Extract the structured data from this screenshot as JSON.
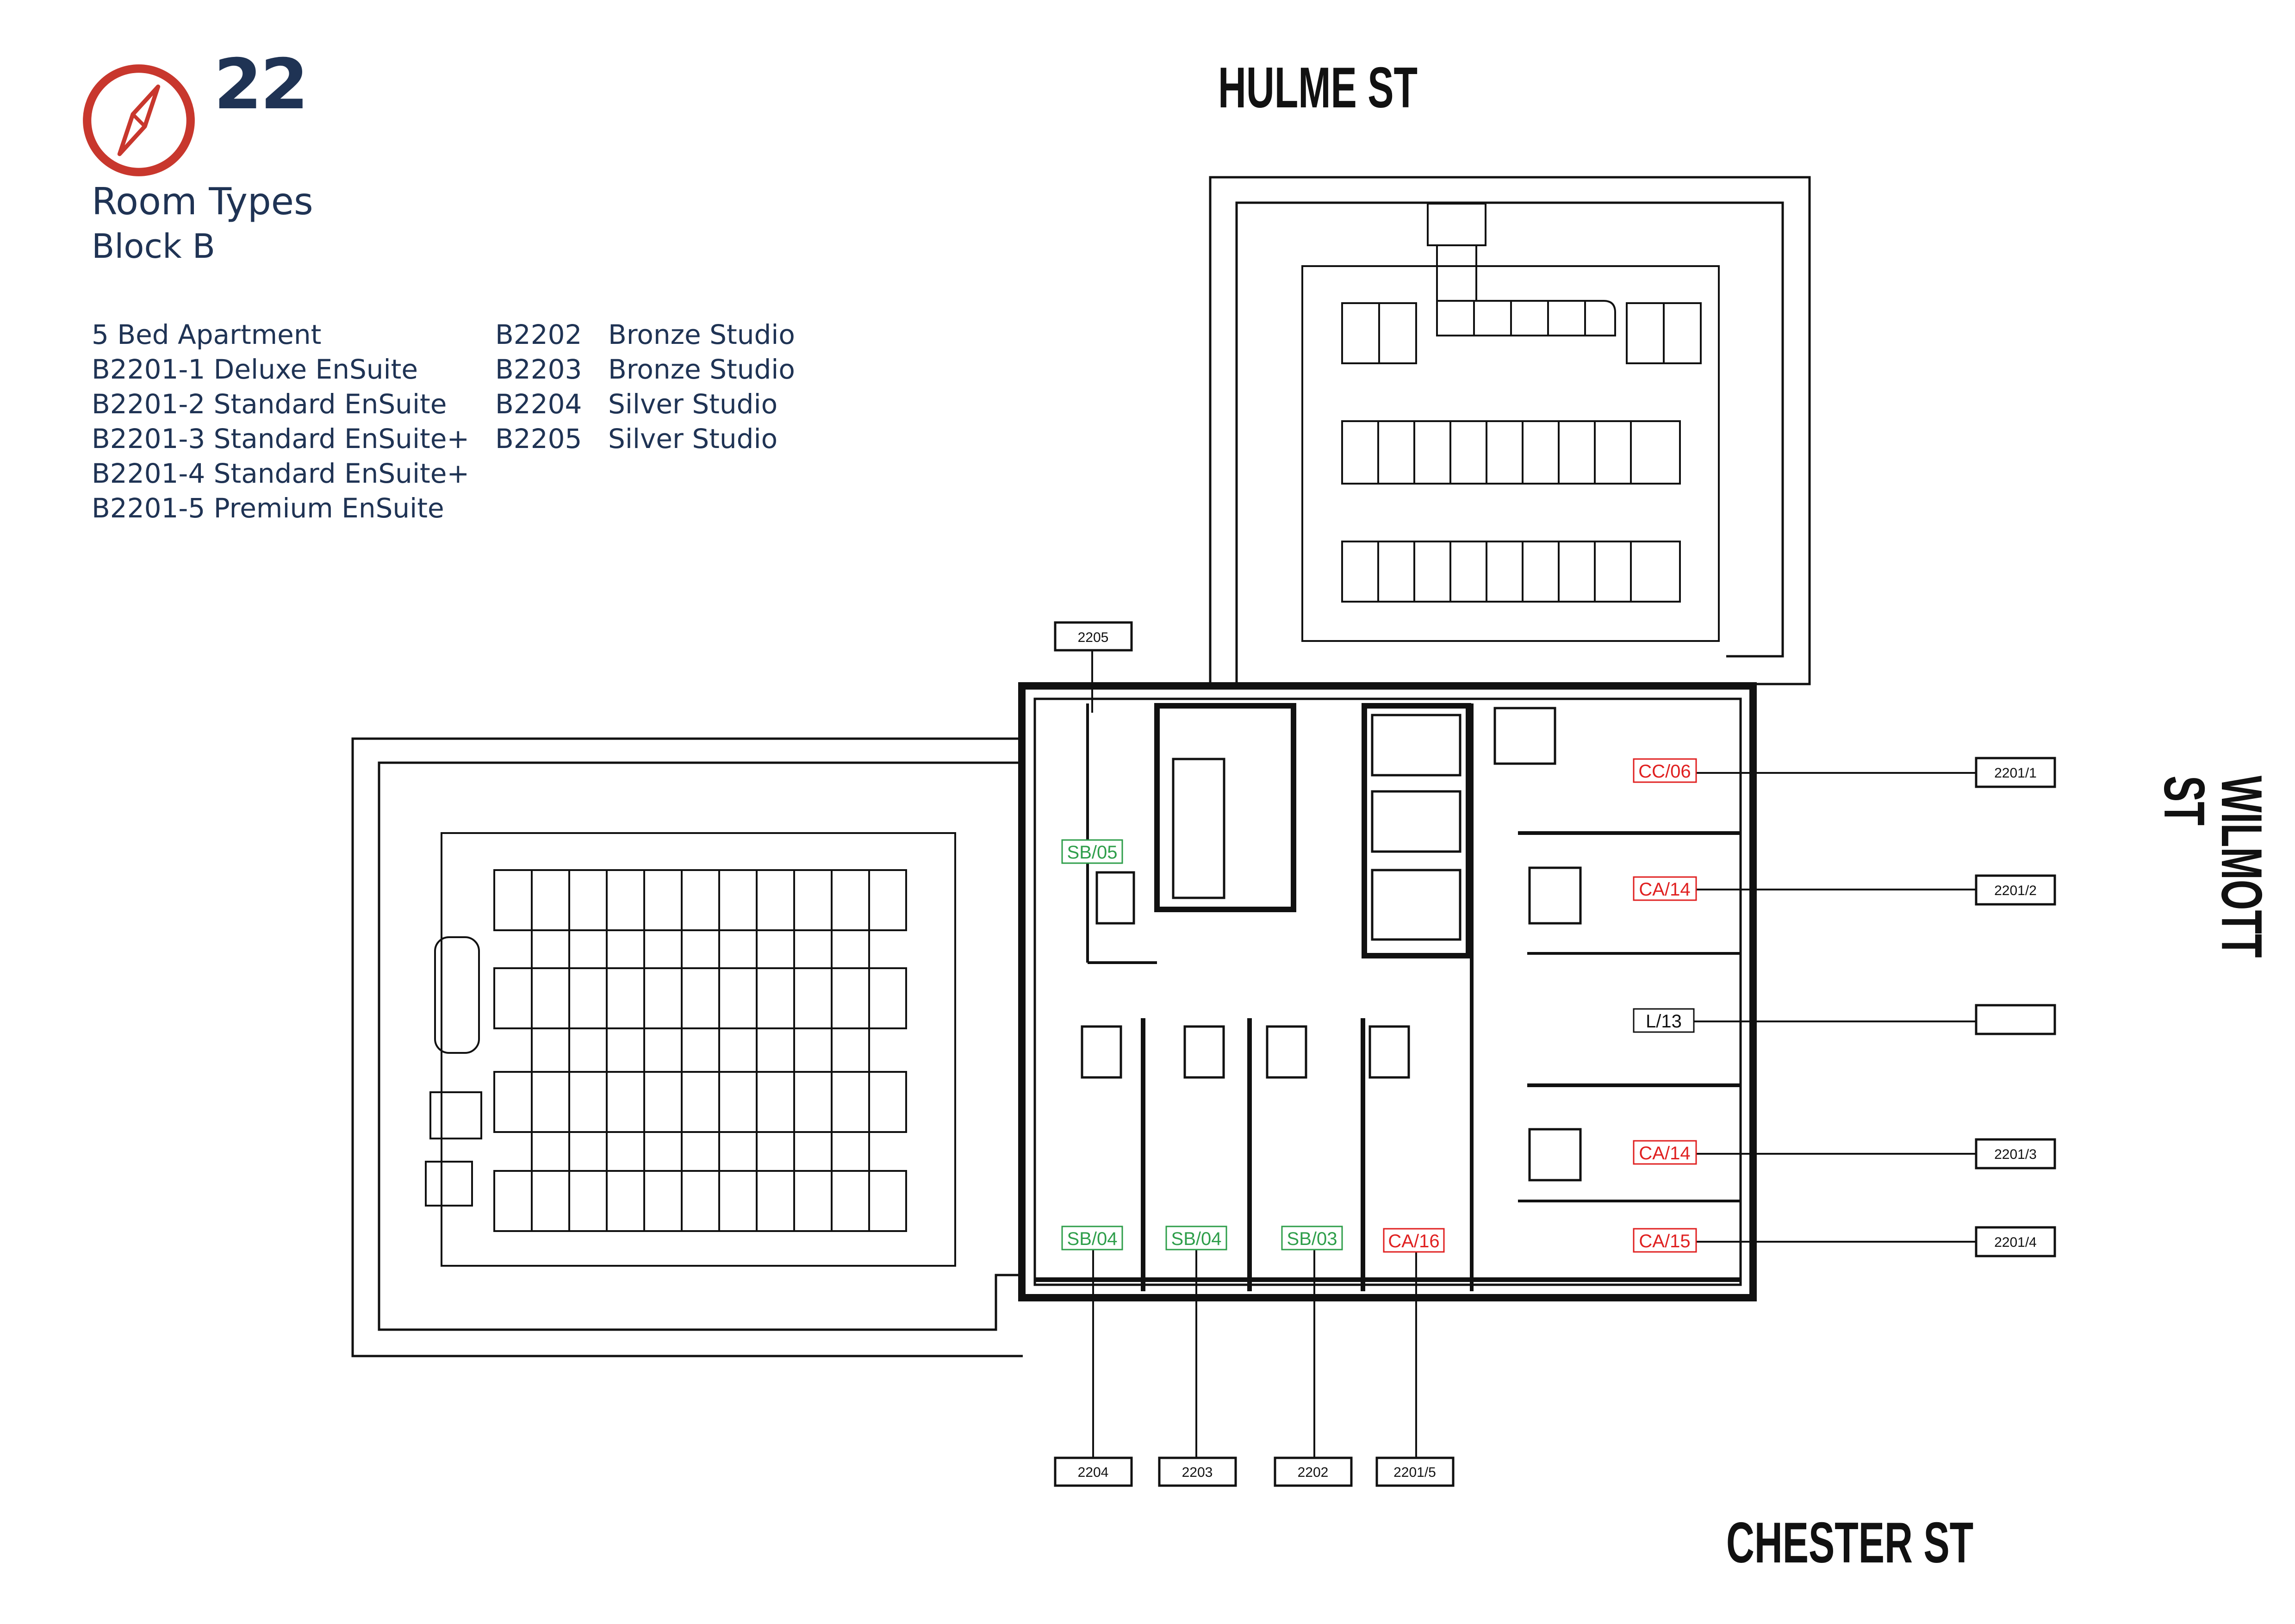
{
  "page": {
    "number": "22",
    "title": "Room Types",
    "subtitle": "Block B"
  },
  "legend": {
    "left": [
      {
        "label": "5 Bed Apartment"
      },
      {
        "label": "B2201-1 Deluxe EnSuite"
      },
      {
        "label": "B2201-2 Standard EnSuite"
      },
      {
        "label": "B2201-3 Standard EnSuite+"
      },
      {
        "label": "B2201-4 Standard EnSuite+"
      },
      {
        "label": "B2201-5 Premium EnSuite"
      }
    ],
    "right": [
      {
        "code": "B2202",
        "label": "Bronze Studio"
      },
      {
        "code": "B2203",
        "label": "Bronze Studio"
      },
      {
        "code": "B2204",
        "label": "Silver Studio"
      },
      {
        "code": "B2205",
        "label": "Silver Studio"
      }
    ]
  },
  "streets": {
    "north": "HULME ST",
    "east": "WILMOTT ST",
    "south": "CHESTER ST"
  },
  "plan": {
    "unit_tags": {
      "t2205": "2205",
      "t2201_1": "2201/1",
      "t2201_2": "2201/2",
      "t2201_3": "2201/3",
      "t2201_4": "2201/4",
      "t2204": "2204",
      "t2203": "2203",
      "t2202": "2202",
      "t2201_5": "2201/5"
    },
    "room_codes": {
      "sb05": "SB/05",
      "sb04": "SB/04",
      "sb04b": "SB/04",
      "sb03": "SB/03",
      "cc06": "CC/06",
      "ca14a": "CA/14",
      "l13": "L/13",
      "ca14b": "CA/14",
      "ca15": "CA/15",
      "ca16": "CA/16"
    }
  },
  "colors": {
    "brand_navy": "#1f3354",
    "compass_red": "#c8372d",
    "studio_code_green": "#2e9e4a",
    "ensuite_code_red": "#e02020"
  },
  "icons": {
    "compass": "compass-icon"
  }
}
